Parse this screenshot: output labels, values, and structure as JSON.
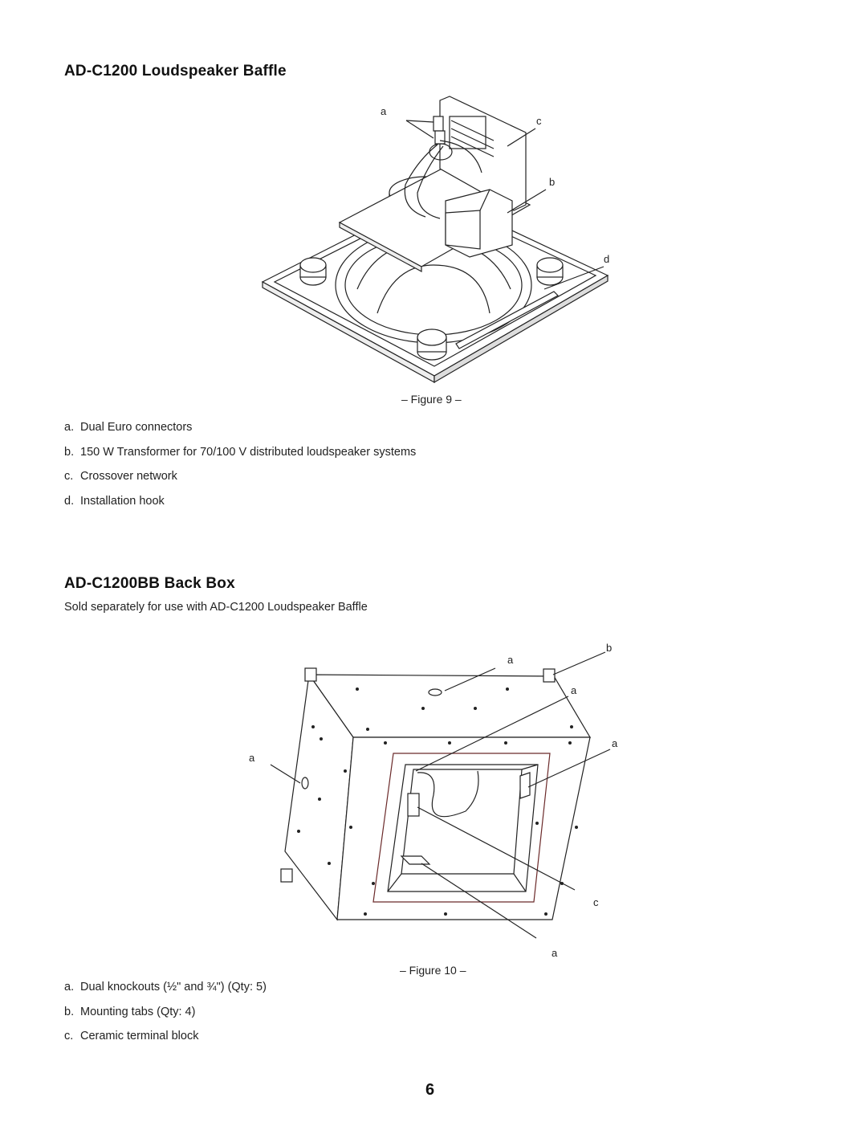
{
  "section1": {
    "title": "AD-C1200 Loudspeaker Baffle",
    "figure_caption": "– Figure 9 –",
    "callouts": {
      "a": "a",
      "b": "b",
      "c": "c",
      "d": "d"
    },
    "items": [
      {
        "marker": "a.",
        "text": "Dual Euro connectors"
      },
      {
        "marker": "b.",
        "text": "150 W Transformer for 70/100 V distributed loudspeaker systems"
      },
      {
        "marker": "c.",
        "text": "Crossover network"
      },
      {
        "marker": "d.",
        "text": "Installation hook"
      }
    ]
  },
  "section2": {
    "title": "AD-C1200BB Back Box",
    "subtitle": "Sold separately for use with AD-C1200 Loudspeaker Baffle",
    "figure_caption": "– Figure 10 –",
    "callouts": {
      "a": "a",
      "b": "b",
      "c": "c"
    },
    "items": [
      {
        "marker": "a.",
        "text": "Dual knockouts (½\" and ¾\") (Qty: 5)"
      },
      {
        "marker": "b.",
        "text": "Mounting tabs (Qty: 4)"
      },
      {
        "marker": "c.",
        "text": "Ceramic terminal block"
      }
    ]
  },
  "page_number": "6"
}
